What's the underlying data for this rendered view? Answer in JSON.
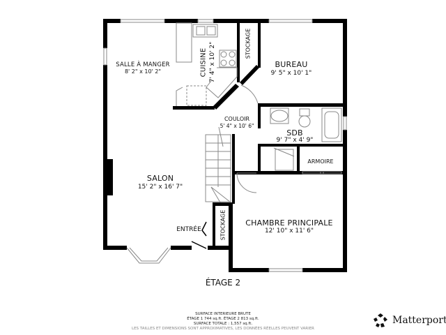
{
  "floor_title": "ÉTAGE 2",
  "rooms": {
    "salle_a_manger": {
      "name": "SALLE À MANGER",
      "dims": "8' 2\" x 10' 2\""
    },
    "cuisine": {
      "name": "CUISINE",
      "dims": "7' 4\" x 10' 2\""
    },
    "stockage_top": {
      "name": "STOCKAGE"
    },
    "bureau": {
      "name": "BUREAU",
      "dims": "9' 5\" x 10' 1\""
    },
    "couloir": {
      "name": "COULOIR",
      "dims": "5' 4\" x 10' 6\""
    },
    "sdb": {
      "name": "SDB",
      "dims": "9' 7\" x 4' 9\""
    },
    "armoire": {
      "name": "ARMOIRE"
    },
    "salon": {
      "name": "SALON",
      "dims": "15' 2\" x 16' 7\""
    },
    "entree": {
      "name": "ENTRÉE"
    },
    "stockage_bottom": {
      "name": "STOCKAGE"
    },
    "chambre_principale": {
      "name": "CHAMBRE PRINCIPALE",
      "dims": "12' 10\" x 11' 6\""
    }
  },
  "footer": {
    "line1": "SURFACE INTERIEURE BRUTE",
    "line2": "ÉTAGE 1 744 sq.ft.   ÉTAGE 2 813 sq.ft.",
    "line3": "SURFACE TOTALE :  1,557 sq.ft.",
    "note": "LES TAILLES ET DIMENSIONS SONT APPROXIMATIVES, LES DONNÉES RÉELLES PEUVENT VARIER"
  },
  "brand": {
    "name": "Matterport",
    "icon": "matterport-logo-icon"
  },
  "colors": {
    "wall": "#000000",
    "fixture": "#888888",
    "background": "#ffffff"
  }
}
